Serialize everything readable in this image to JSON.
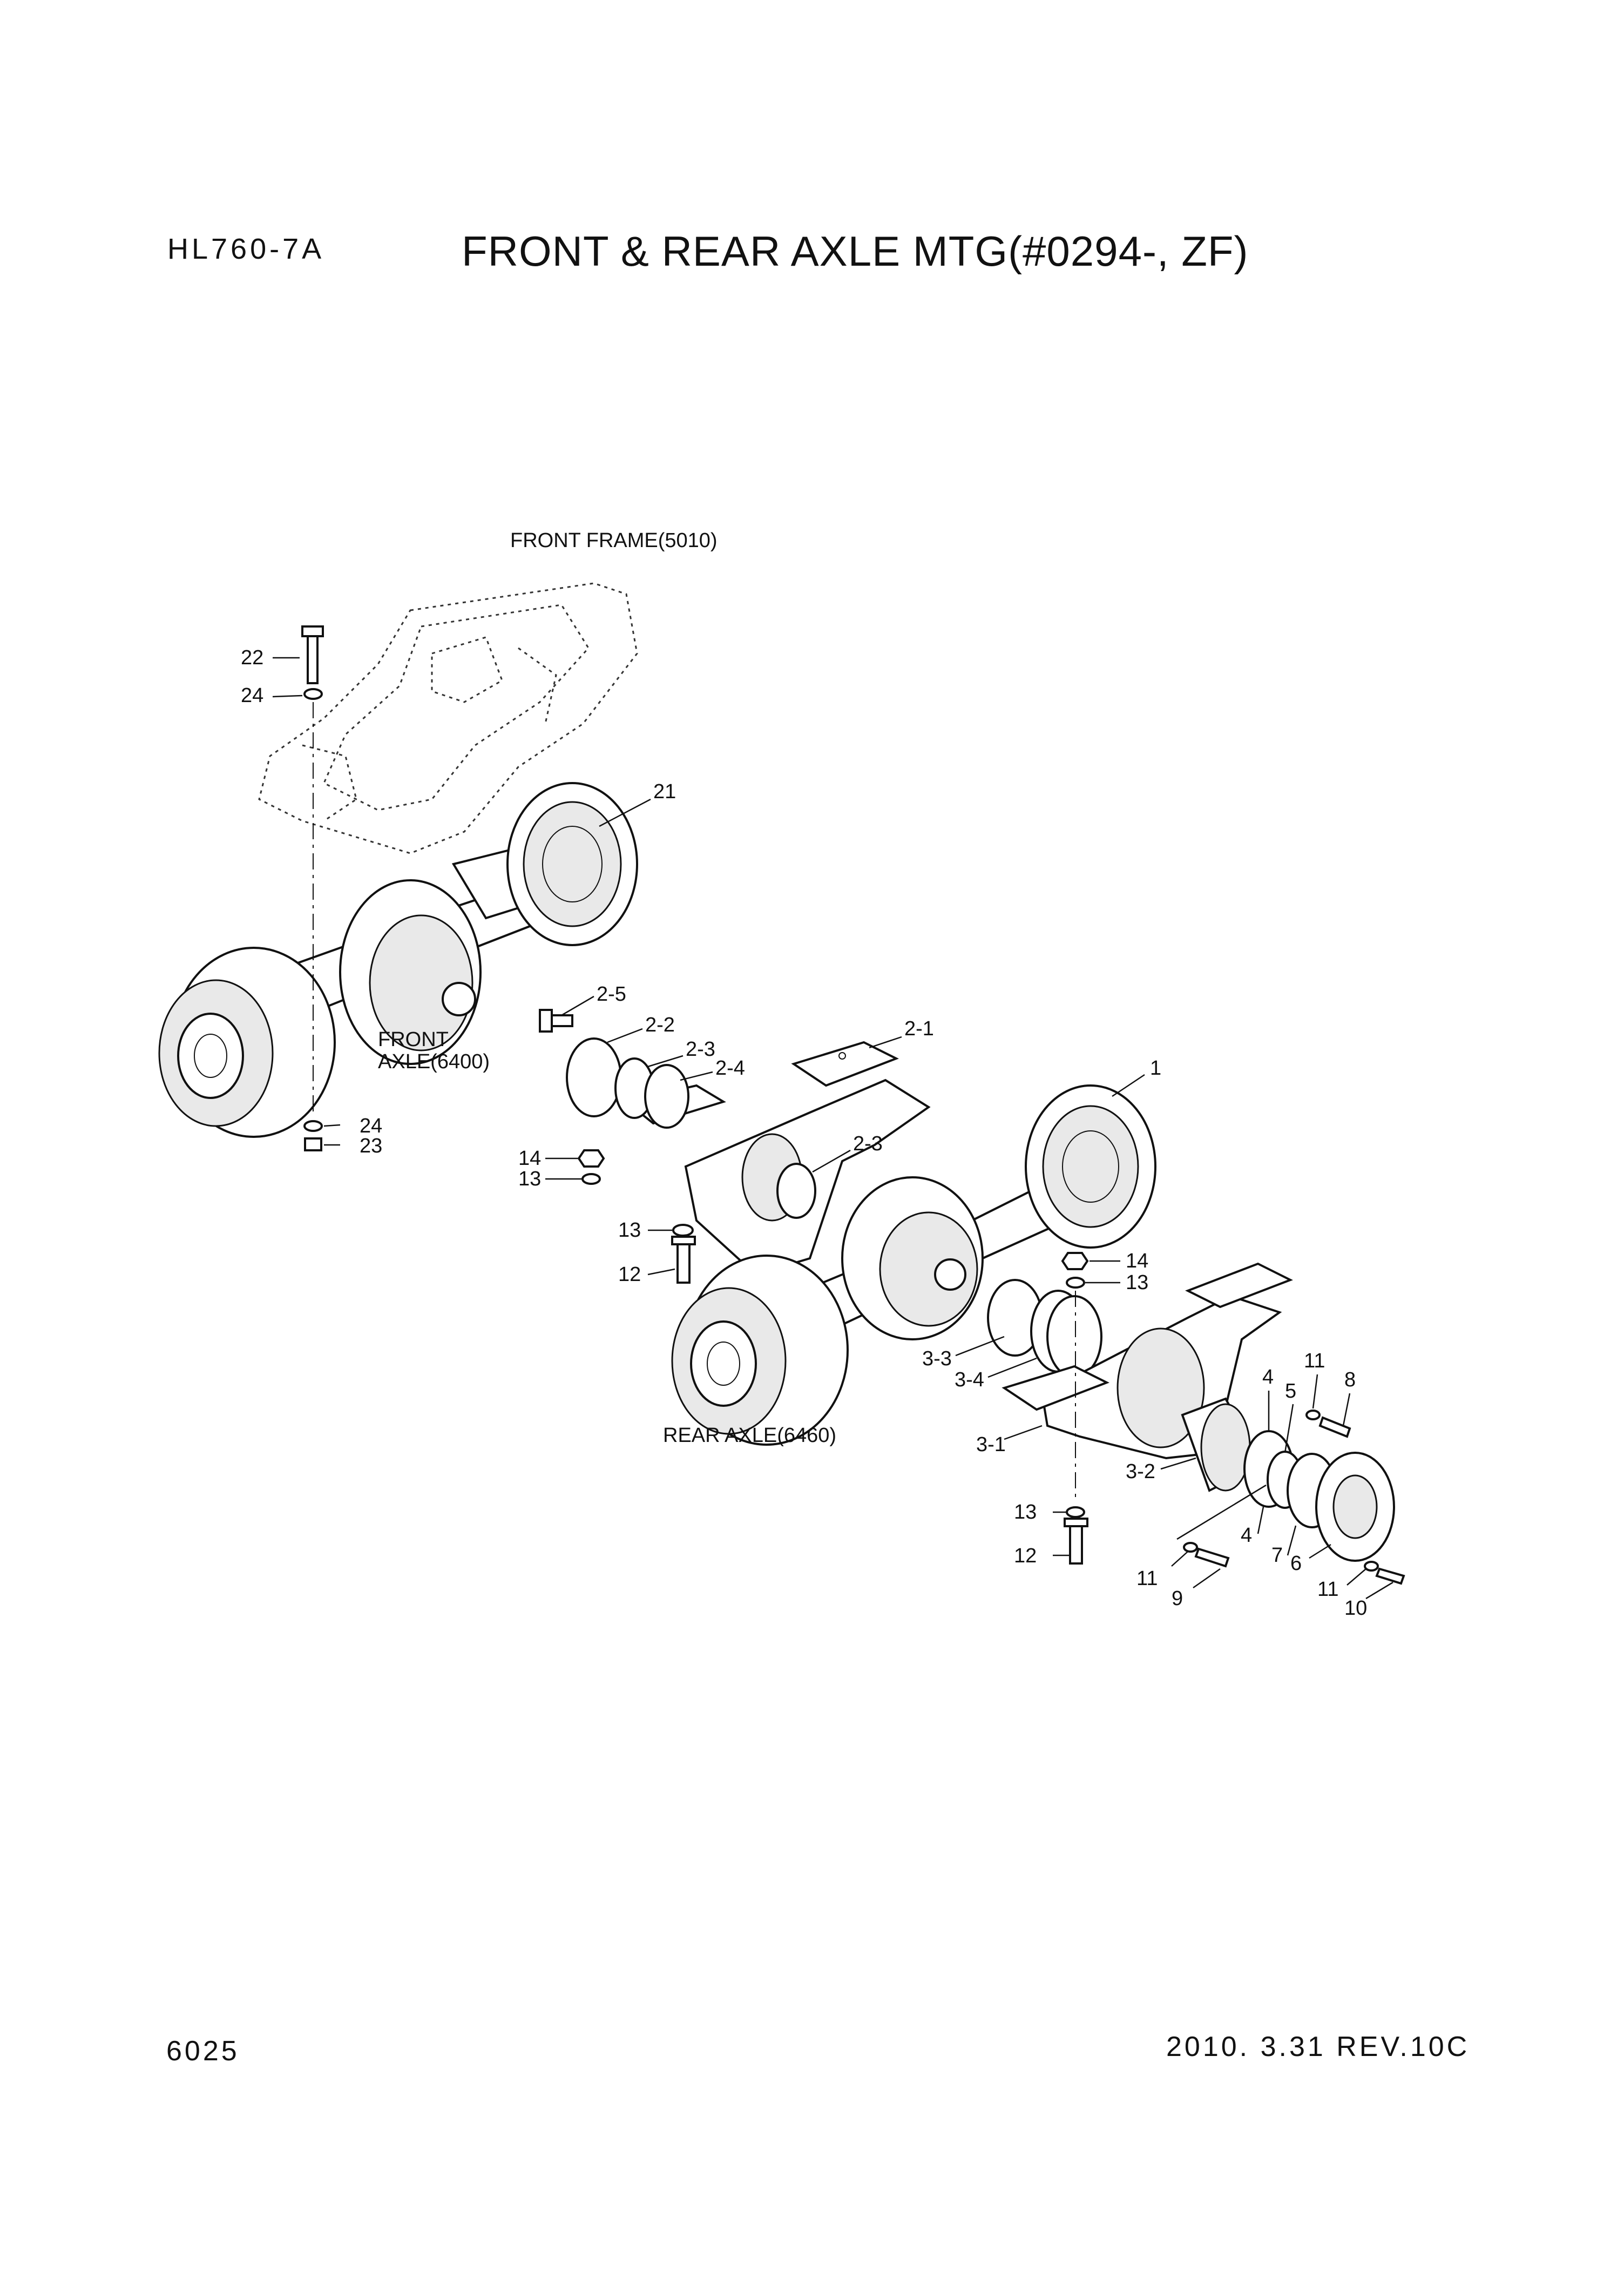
{
  "header": {
    "model": "HL760-7A",
    "title": "FRONT & REAR AXLE MTG(#0294-, ZF)"
  },
  "footer": {
    "page_number": "6025",
    "date_revision": "2010. 3.31  REV.10C"
  },
  "labels": {
    "front_frame": "FRONT FRAME(5010)",
    "front_axle_1": "FRONT",
    "front_axle_2": "AXLE(6400)",
    "rear_axle": "REAR AXLE(6460)"
  },
  "callouts": {
    "c22": "22",
    "c24a": "24",
    "c21": "21",
    "c24b": "24",
    "c23": "23",
    "c2_5": "2-5",
    "c2_2": "2-2",
    "c2_3a": "2-3",
    "c2_4": "2-4",
    "c2_1": "2-1",
    "c1": "1",
    "c14a": "14",
    "c13a": "13",
    "c2_3b": "2-3",
    "c13b": "13",
    "c12a": "12",
    "c14b": "14",
    "c13c": "13",
    "c11a": "11",
    "c8": "8",
    "c4a": "4",
    "c5": "5",
    "c3_3": "3-3",
    "c3_4": "3-4",
    "c3_1": "3-1",
    "c3_2": "3-2",
    "c13d": "13",
    "c4b": "4",
    "c12b": "12",
    "c7": "7",
    "c6": "6",
    "c11b": "11",
    "c9": "9",
    "c11c": "11",
    "c10": "10"
  }
}
